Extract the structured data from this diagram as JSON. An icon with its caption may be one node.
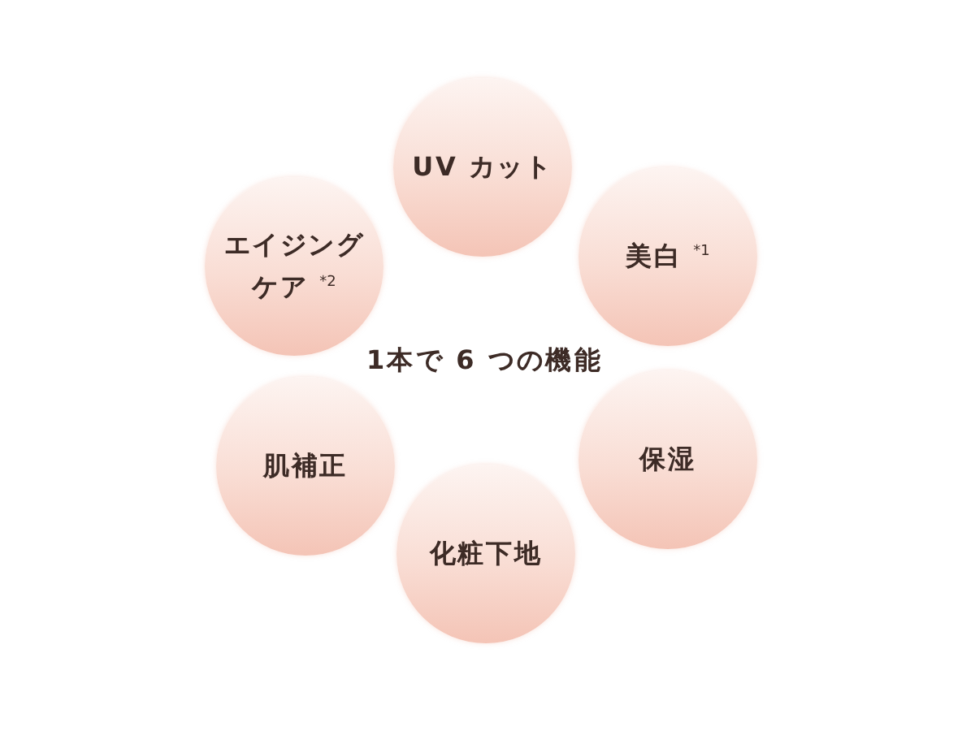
{
  "diagram": {
    "title": "1本で 6 つの機能",
    "nodes": [
      {
        "text": [
          "UV カット"
        ]
      },
      {
        "text": [
          "美白 $^{*1}$"
        ]
      },
      {
        "text": [
          "保湿"
        ]
      },
      {
        "text": [
          "化粧下地"
        ]
      },
      {
        "text": [
          "肌補正"
        ]
      },
      {
        "text": [
          "エイジングケア $^{*2}$"
        ]
      }
    ]
  }
}
